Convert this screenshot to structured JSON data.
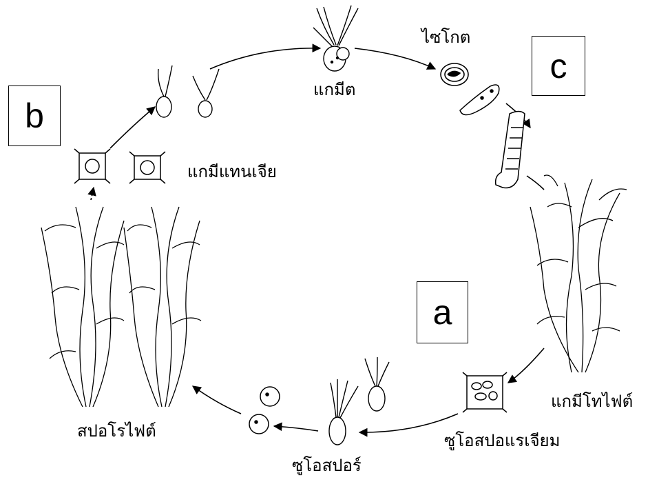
{
  "labels": {
    "gamete": "แกมีต",
    "zygote": "ไซโกต",
    "gametangia": "แกมีแทนเจีย",
    "gametophyte": "แกมีโทไฟต์",
    "zoosporangium": "ซูโอสปอแรเจียม",
    "zoospore": "ซูโอสปอร์",
    "sporophyte": "สปอโรไฟต์"
  },
  "boxes": {
    "a": "a",
    "b": "b",
    "c": "c"
  }
}
